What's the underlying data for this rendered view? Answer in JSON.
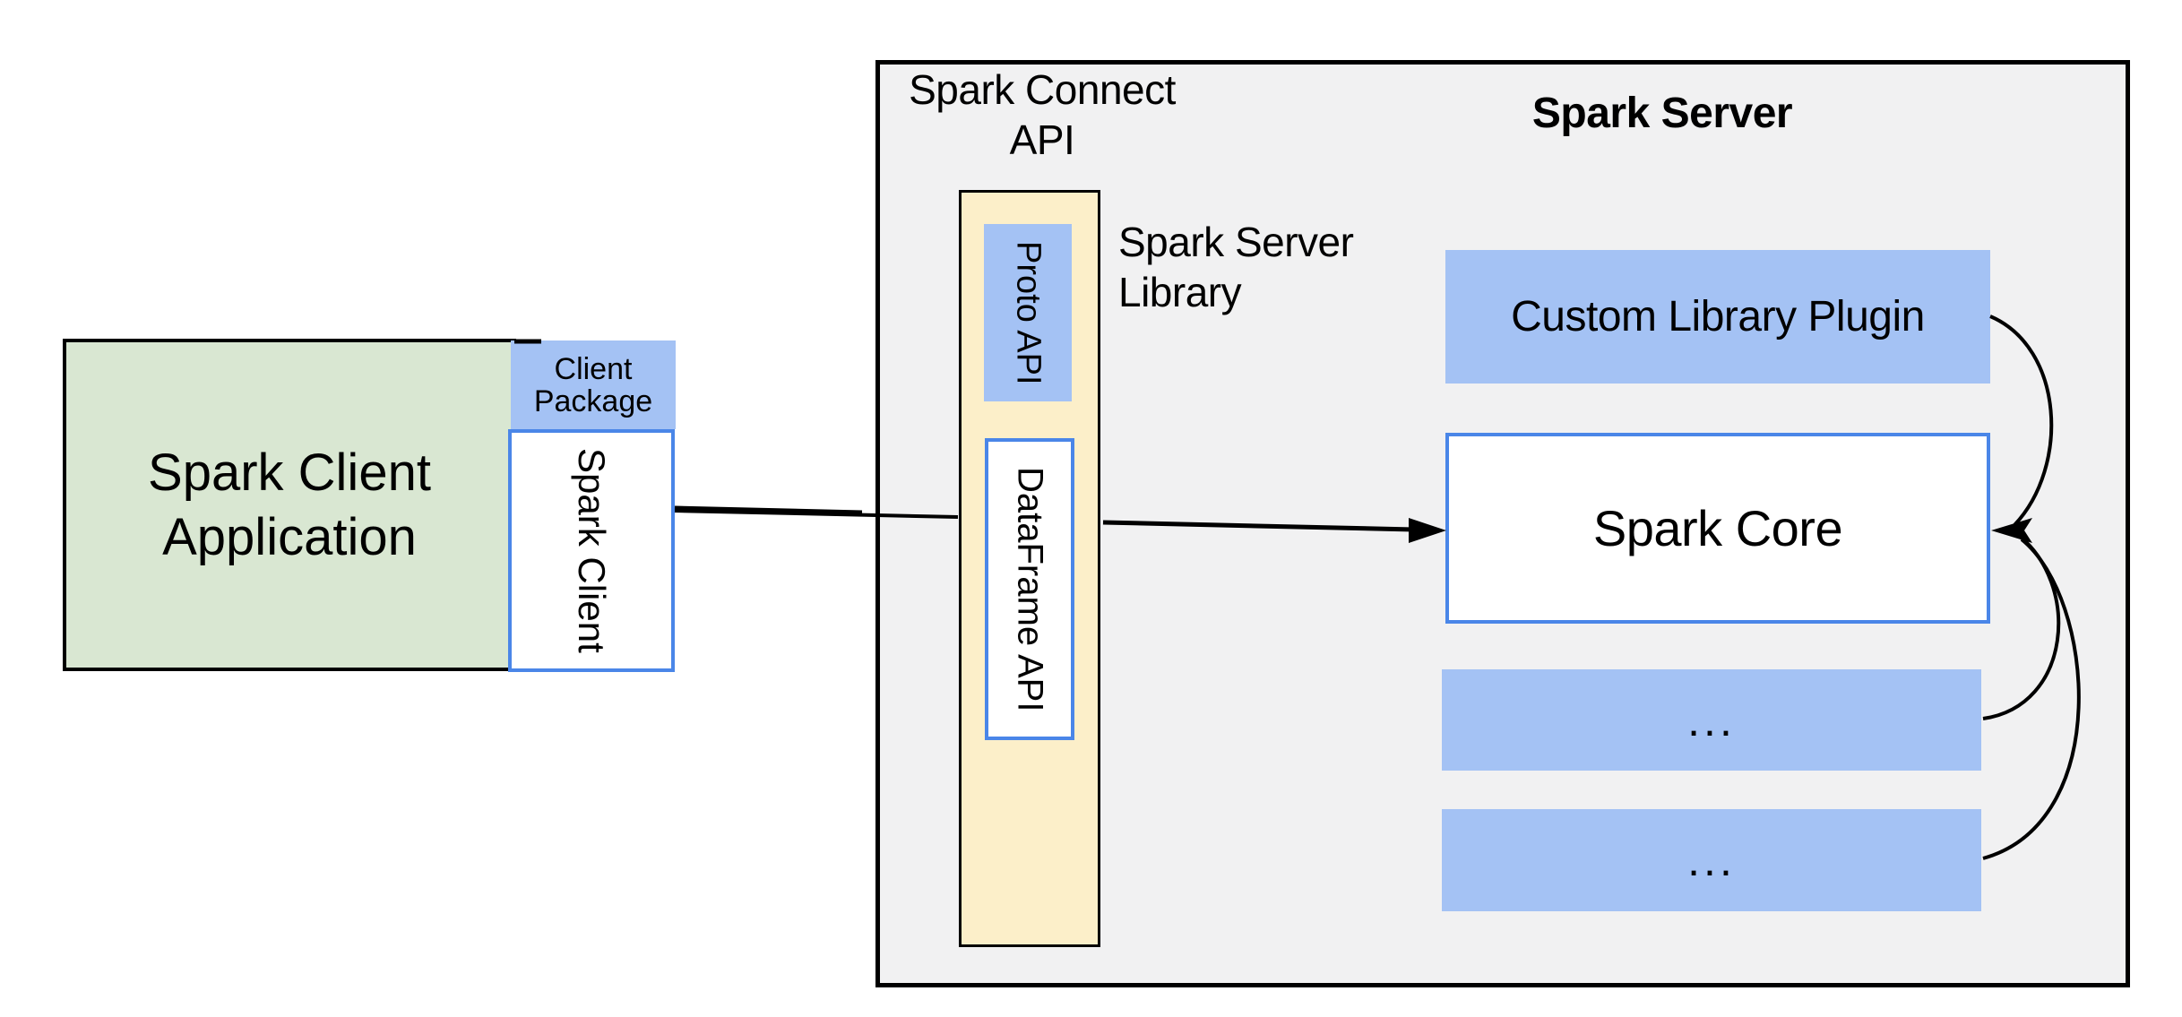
{
  "colors": {
    "bg": "#ffffff",
    "green_fill": "#d9e7d2",
    "blue_fill": "#a4c2f4",
    "cream_fill": "#fcefc9",
    "gray_fill": "#f1f1f2",
    "blue_border": "#4a86e8",
    "line_black": "#000000"
  },
  "client": {
    "app_line1": "Spark Client",
    "app_line2": "Application",
    "package_line1": "Client",
    "package_line2": "Package",
    "client_label": "Spark Client"
  },
  "connect_api": {
    "title_line1": "Spark Connect",
    "title_line2": "API",
    "proto_label": "Proto API",
    "dataframe_label": "DataFrame API",
    "library_line1": "Spark Server",
    "library_line2": "Library"
  },
  "server": {
    "title": "Spark Server",
    "plugin_label": "Custom Library Plugin",
    "core_label": "Spark Core",
    "ellipsis_top": "...",
    "ellipsis_bottom": "..."
  }
}
